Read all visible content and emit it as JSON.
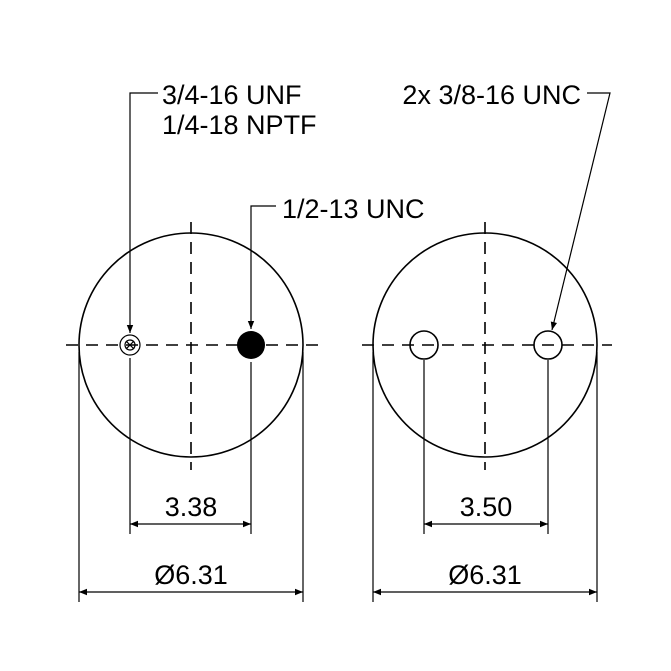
{
  "left_view": {
    "callout_port_line1": "3/4-16 UNF",
    "callout_port_line2": "1/4-18 NPTF",
    "callout_stud": "1/2-13 UNC",
    "dim_spacing": "3.38",
    "dim_diameter": "Ø6.31"
  },
  "right_view": {
    "callout_holes": "2x 3/8-16 UNC",
    "dim_spacing": "3.50",
    "dim_diameter": "Ø6.31"
  },
  "colors": {
    "ink": "#000000",
    "paper": "#ffffff"
  }
}
